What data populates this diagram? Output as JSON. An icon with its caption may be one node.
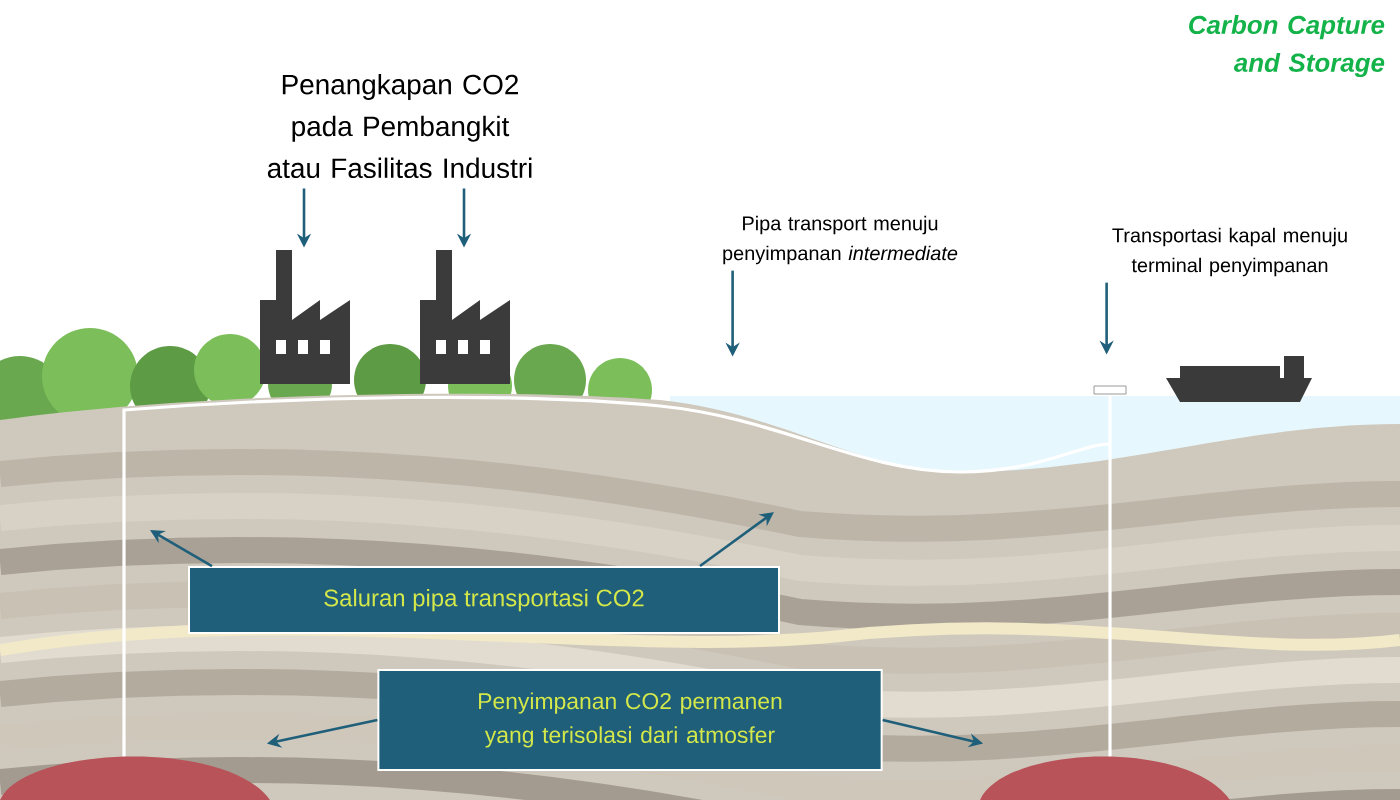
{
  "diagram": {
    "title": "Carbon Capture and Storage",
    "nodes": [
      {
        "text": [
          "Penangkapan CO2 pada Pembangkit atau Fasilitas Industri"
        ]
      },
      {
        "text": [],
        "shape": "picture"
      },
      {
        "text": [],
        "shape": "picture"
      },
      {
        "text": [
          "Pipa transport menuju penyimpanan *intermediate*"
        ]
      },
      {
        "text": [
          "Transportasi kapal menuju terminal penyimpanan"
        ]
      },
      {
        "text": [
          "Saluran pipa transportasi CO2"
        ]
      },
      {
        "text": [
          "Penyimpanan CO2 permanen yang terisolasi dari atmosfer"
        ]
      },
      {
        "text": [],
        "shape": "picture"
      },
      {
        "text": [],
        "shape": "picture"
      }
    ],
    "edges": [
      {
        "from": 0,
        "to": 1,
        "arrow": "to"
      },
      {
        "from": 0,
        "to": 2,
        "arrow": "to"
      },
      {
        "from": 3,
        "to": null,
        "arrow": "to"
      },
      {
        "from": 4,
        "to": null,
        "arrow": "to"
      },
      {
        "from": 5,
        "to": null,
        "arrow": "to"
      },
      {
        "from": 5,
        "to": null,
        "arrow": "to"
      },
      {
        "from": 6,
        "to": 7,
        "arrow": "to"
      },
      {
        "from": 6,
        "to": 8,
        "arrow": "to"
      }
    ]
  }
}
